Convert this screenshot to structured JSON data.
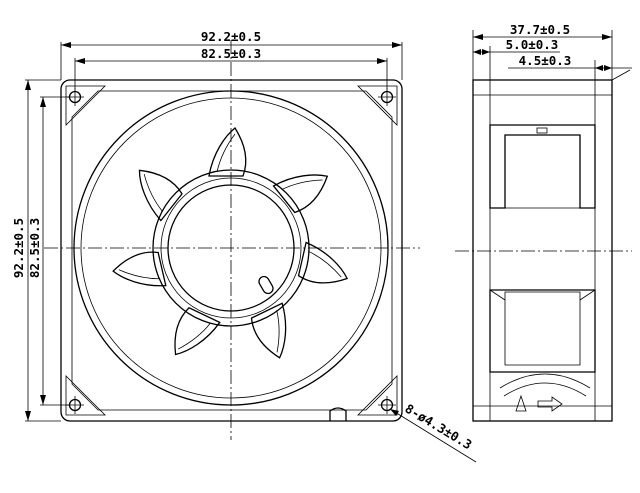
{
  "front_view": {
    "dimensions": {
      "overall_width": "92.2±0.5",
      "hole_pitch_width": "82.5±0.3",
      "overall_height": "92.2±0.5",
      "hole_pitch_height": "82.5±0.3",
      "mounting_holes": "8-ø4.3±0.3"
    }
  },
  "side_view": {
    "dimensions": {
      "depth": "37.7±0.5",
      "flange_thickness": "5.0±0.3",
      "rib_thickness": "4.5±0.3"
    }
  }
}
